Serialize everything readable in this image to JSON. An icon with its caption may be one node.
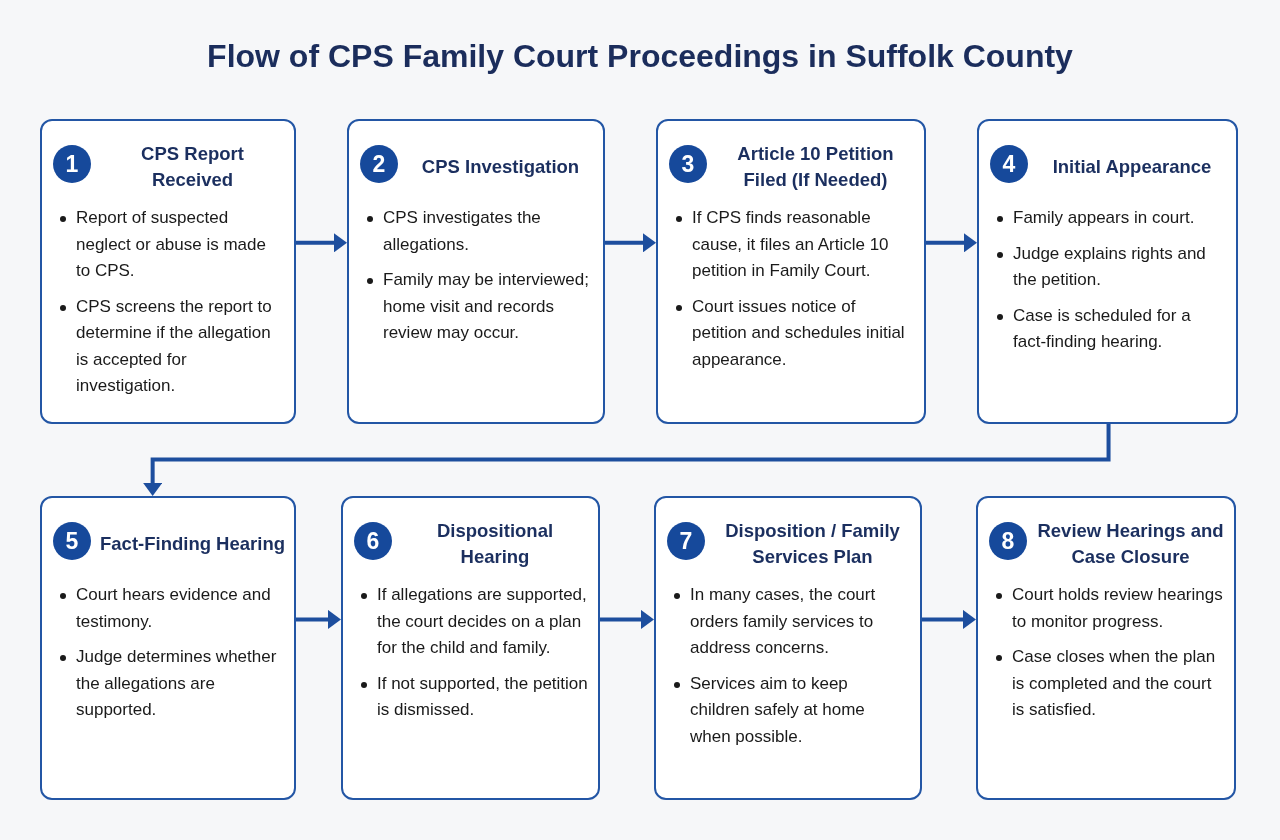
{
  "diagram": {
    "title": "Flow of CPS Family Court Proceedings in Suffolk County",
    "nodes": [
      {
        "text": [
          "1",
          "CPS Report Received",
          "Report of suspected neglect or abuse is made to CPS.",
          "CPS screens the report to determine if the allegation is accepted for investigation."
        ]
      },
      {
        "text": [
          "2",
          "CPS Investigation",
          "CPS investigates the allegations.",
          "Family may be interviewed; home visit and records review may occur."
        ]
      },
      {
        "text": [
          "3",
          "Article 10 Petition Filed (If Needed)",
          "If CPS finds reasonable cause, it files an Article 10 petition in Family Court.",
          "Court issues notice of petition and schedules initial appearance."
        ]
      },
      {
        "text": [
          "4",
          "Initial Appearance",
          "Family appears in court.",
          "Judge explains rights and the petition.",
          "Case is scheduled for a fact-finding hearing."
        ]
      },
      {
        "text": [
          "5",
          "Fact-Finding Hearing",
          "Court hears evidence and testimony.",
          "Judge determines whether the allegations are supported."
        ]
      },
      {
        "text": [
          "6",
          "Dispositional Hearing",
          "If allegations are supported, the court decides on a plan for the child and family.",
          "If not supported, the petition is dismissed."
        ]
      },
      {
        "text": [
          "7",
          "Disposition / Family Services Plan",
          "In many cases, the court orders family services to address concerns.",
          "Services aim to keep children safely at home when possible."
        ]
      },
      {
        "text": [
          "8",
          "Review Hearings and Case Closure",
          "Court holds review hearings to monitor progress.",
          "Case closes when the plan is completed and the court is satisfied."
        ]
      }
    ],
    "edges": [
      {
        "from": 0,
        "to": 1,
        "arrow": "to"
      },
      {
        "from": 1,
        "to": 2,
        "arrow": "to"
      },
      {
        "from": 2,
        "to": 3,
        "arrow": "to"
      },
      {
        "from": 3,
        "to": 4,
        "arrow": "to"
      },
      {
        "from": 4,
        "to": 5,
        "arrow": "to"
      },
      {
        "from": 5,
        "to": 6,
        "arrow": "to"
      },
      {
        "from": 6,
        "to": 7,
        "arrow": "to"
      }
    ]
  }
}
